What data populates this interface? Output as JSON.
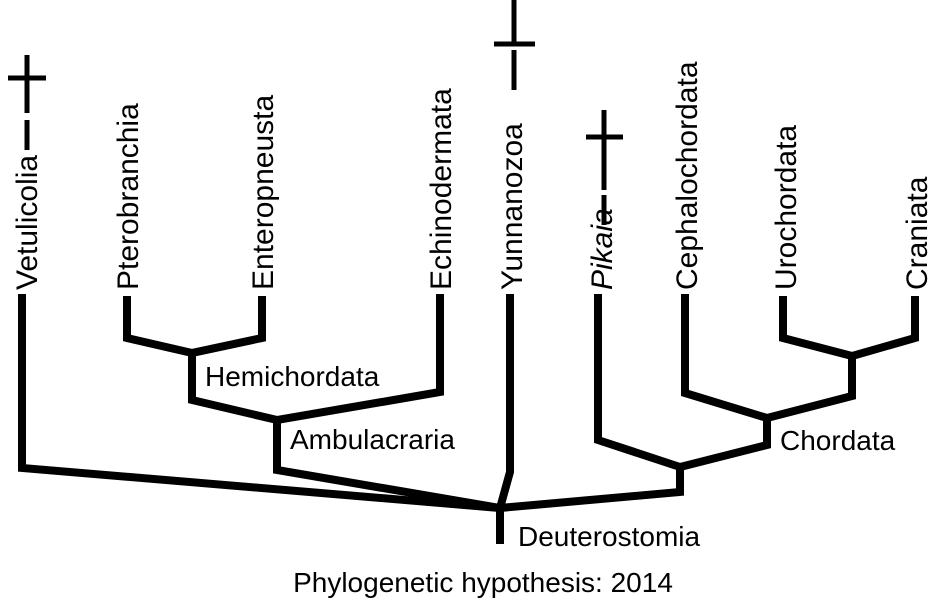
{
  "taxa": {
    "vetulicolia": {
      "label": "Vetulicolia",
      "extinct": true
    },
    "pterobranchia": {
      "label": "Pterobranchia",
      "extinct": false
    },
    "enteropneusta": {
      "label": "Enteropneusta",
      "extinct": false
    },
    "echinodermata": {
      "label": "Echinodermata",
      "extinct": false
    },
    "yunnanozoa": {
      "label": "Yunnanozoa",
      "extinct": true
    },
    "pikaia": {
      "label": "Pikaia",
      "extinct": true
    },
    "cephalochordata": {
      "label": "Cephalochordata",
      "extinct": false
    },
    "urochordata": {
      "label": "Urochordata",
      "extinct": false
    },
    "craniata": {
      "label": "Craniata",
      "extinct": false
    }
  },
  "clades": {
    "hemichordata": "Hemichordata",
    "ambulacraria": "Ambulacraria",
    "chordata": "Chordata",
    "deuterostomia": "Deuterostomia"
  },
  "caption": "Phylogenetic hypothesis: 2014",
  "colors": {
    "line": "#000000",
    "background": "#ffffff"
  }
}
